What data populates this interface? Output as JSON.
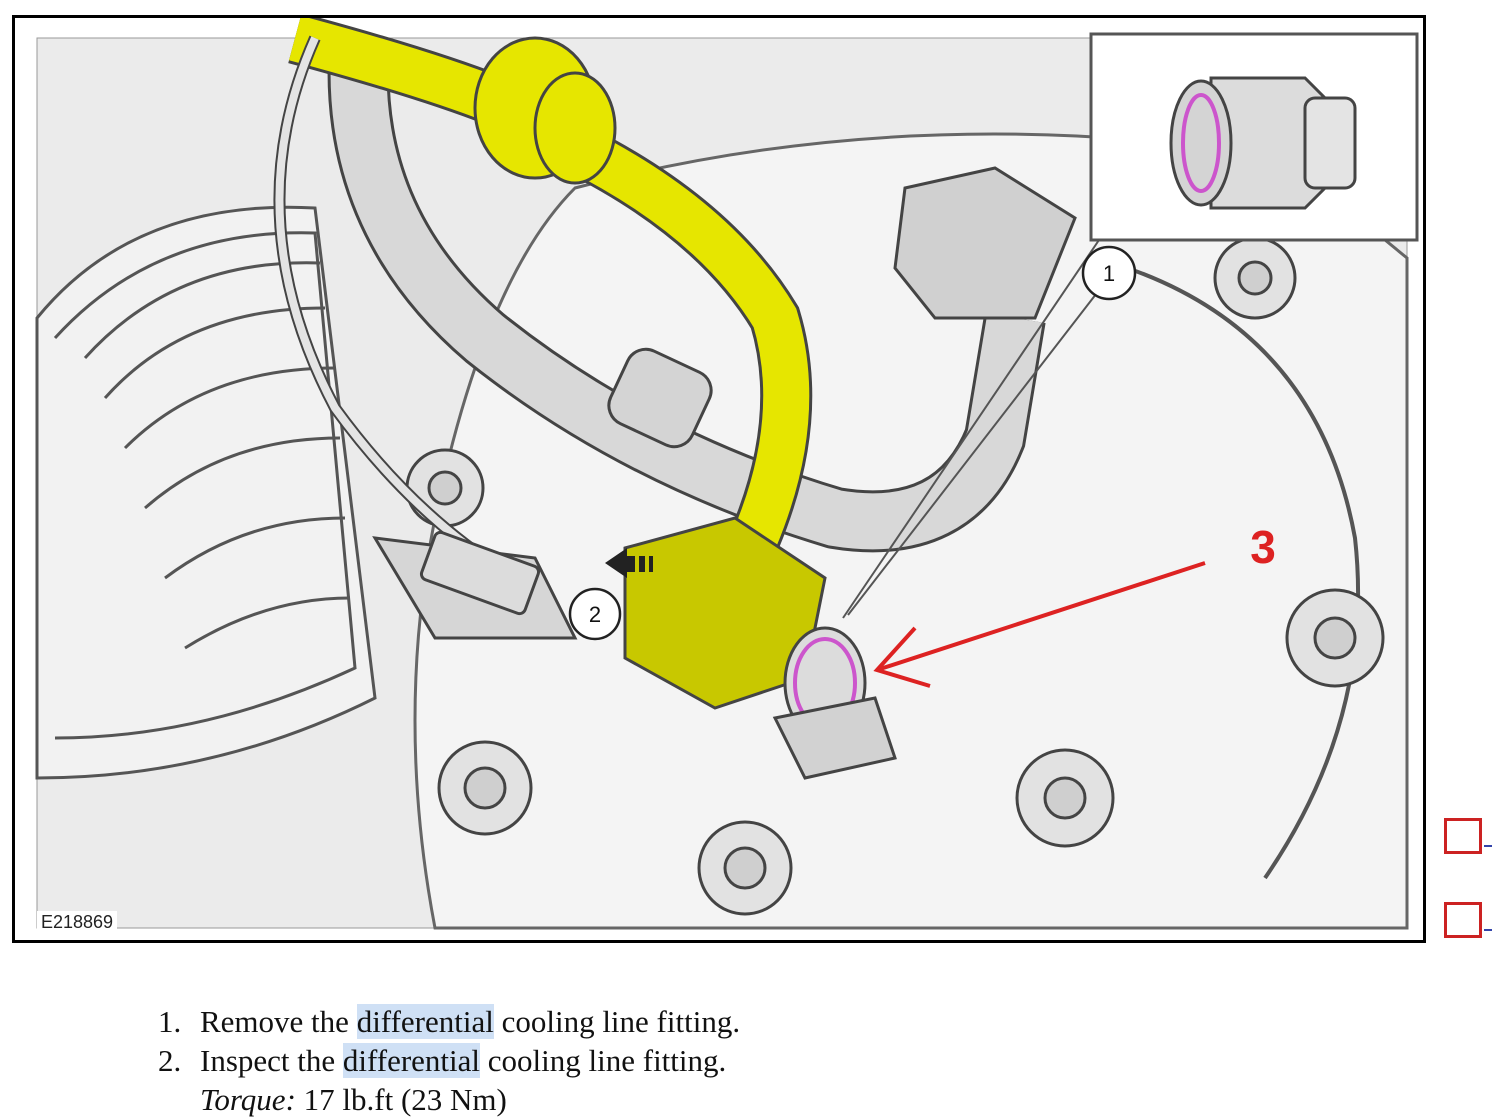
{
  "figure": {
    "id_label": "E218869",
    "callouts": [
      "1",
      "2"
    ],
    "annotation": "3",
    "colors": {
      "yellow_line": "#e6e600",
      "yellow_block": "#c8c800",
      "metal": "#cfcfcf",
      "oring": "#cc55cc",
      "annotation_red": "#dd2222"
    }
  },
  "steps": [
    {
      "num": "1.",
      "pre": "Remove the ",
      "highlight": "differential",
      "post": " cooling line fitting."
    },
    {
      "num": "2.",
      "pre": "Inspect the ",
      "highlight": "differential",
      "post": " cooling line fitting."
    }
  ],
  "torque": {
    "label": "Torque:",
    "value": "17 lb.ft (23 Nm)"
  }
}
